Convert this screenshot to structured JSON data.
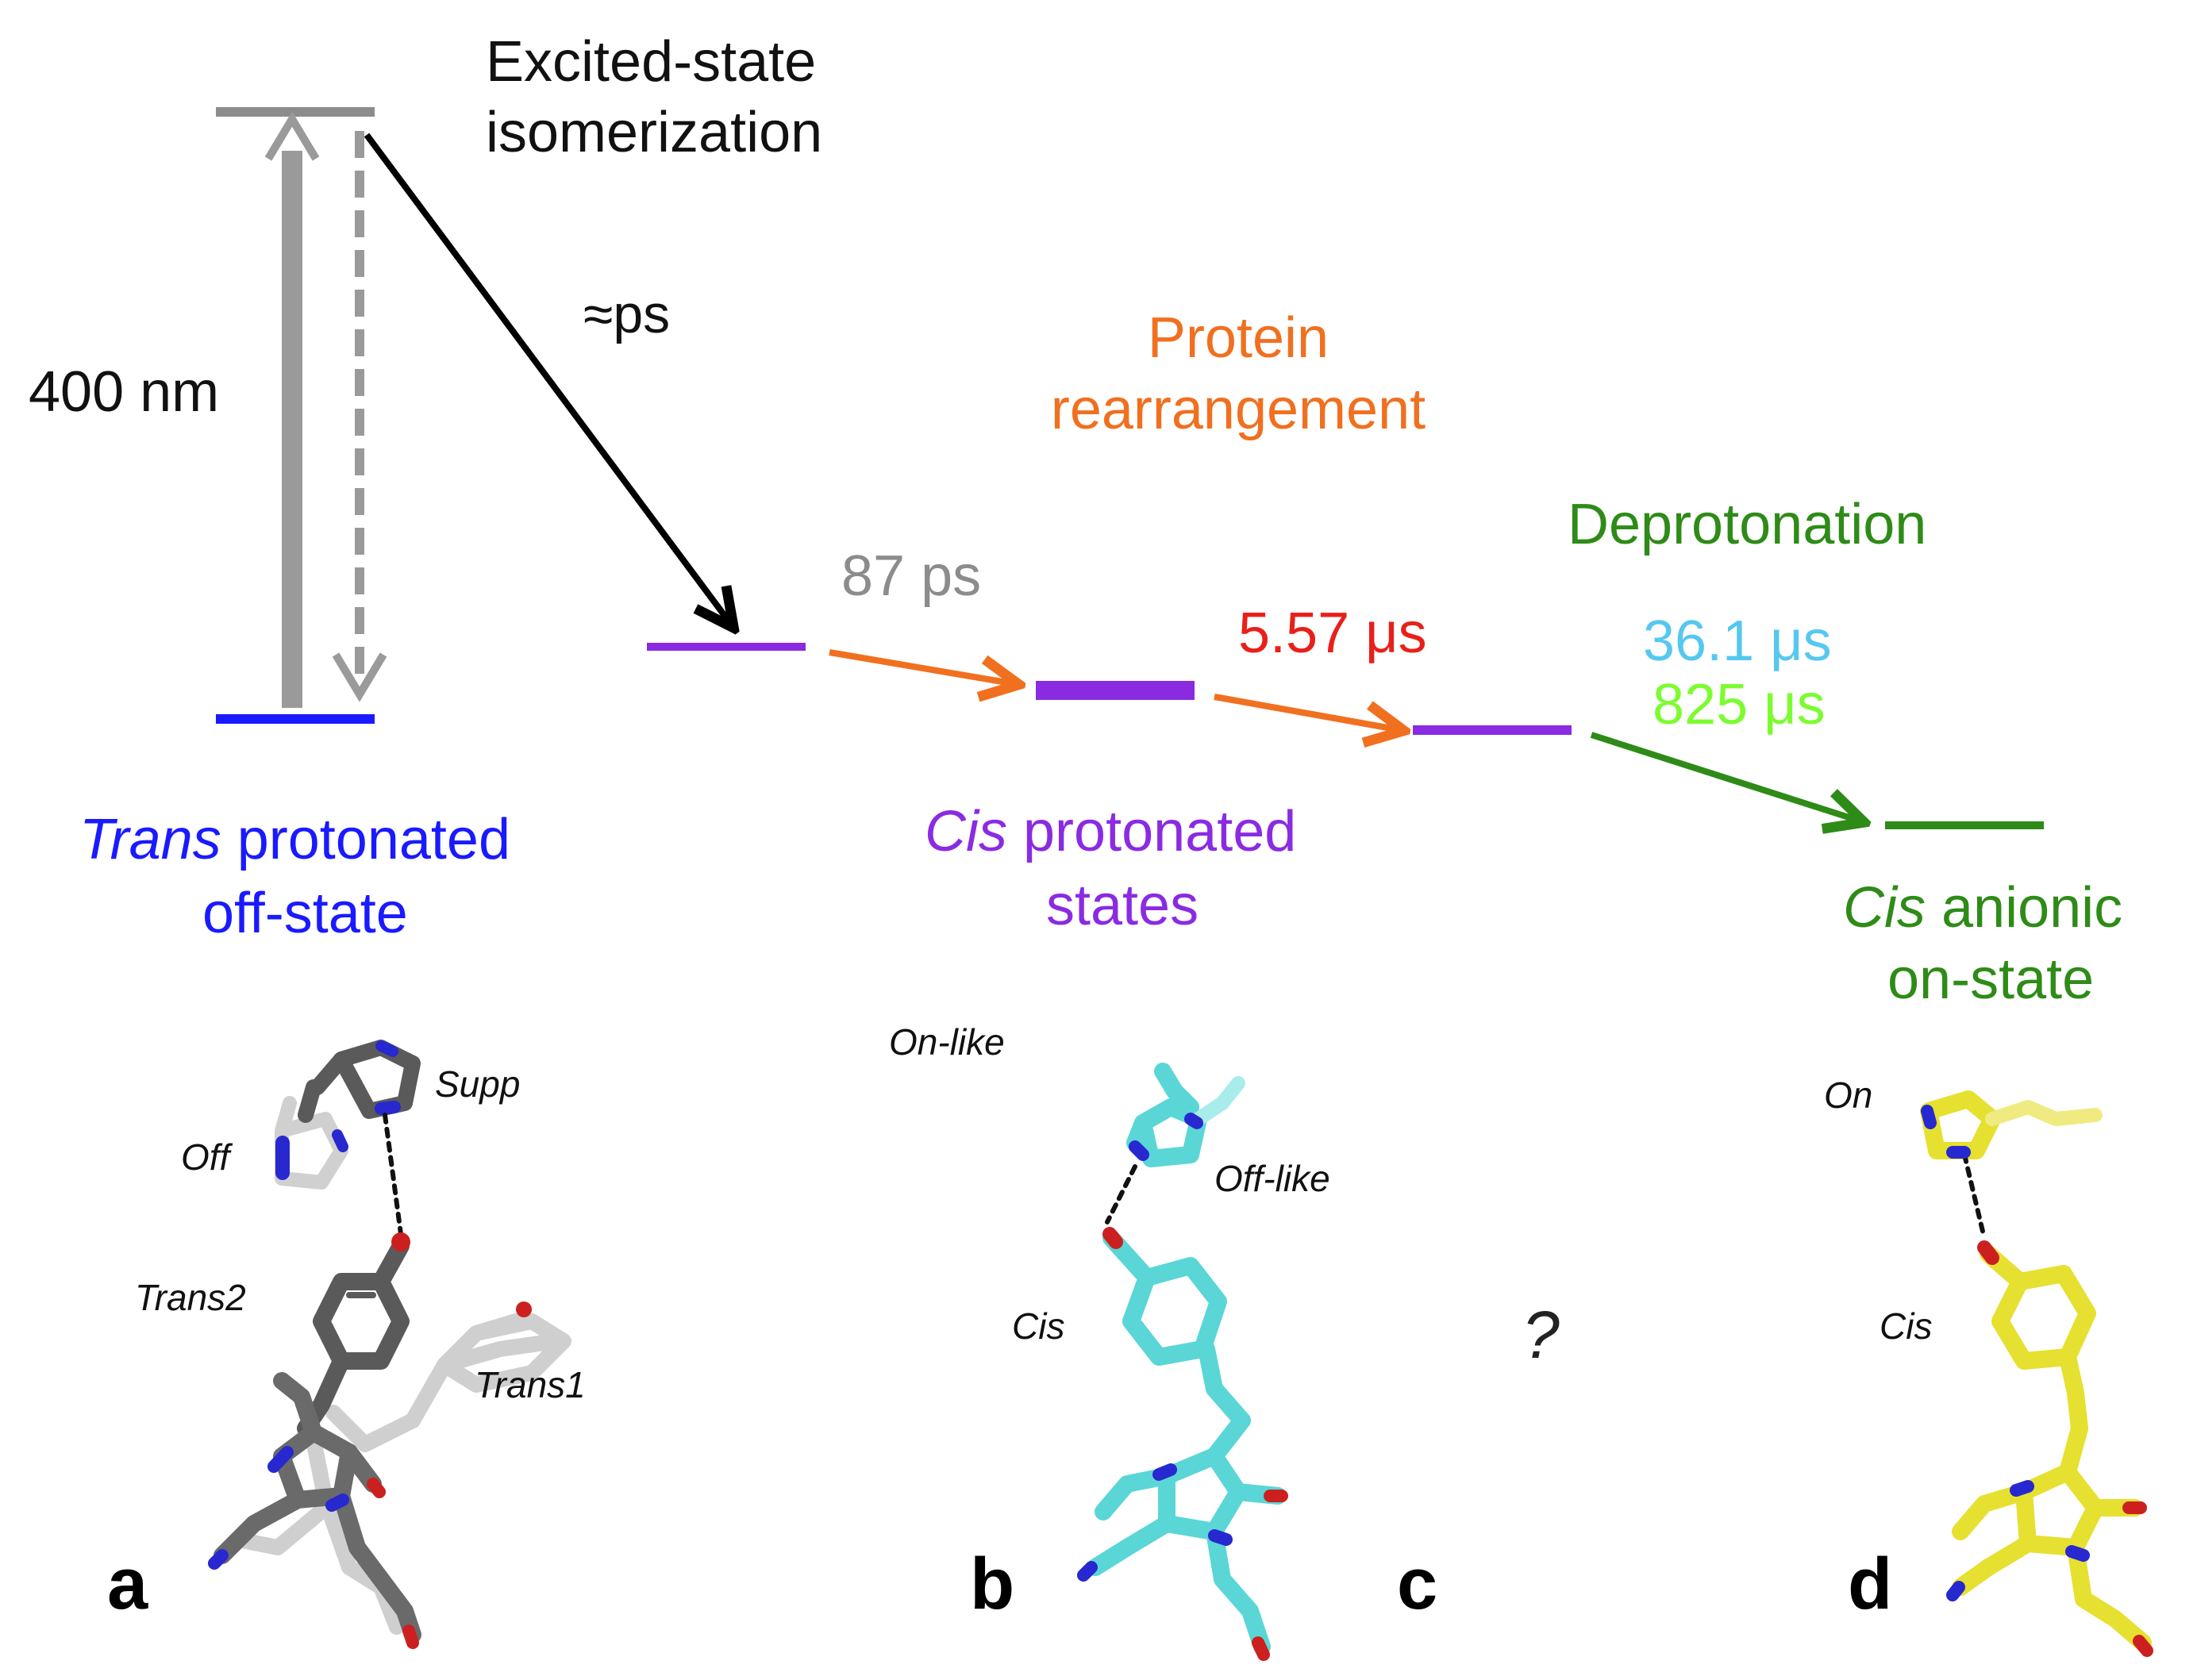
{
  "colors": {
    "black": "#000000",
    "grey": "#8c8c8c",
    "blue": "#1a1aff",
    "purple": "#8a2be2",
    "orange": "#f07020",
    "red": "#e8201a",
    "green": "#2e8b18",
    "cyan": "#55c8f0",
    "lime": "#7cfc30",
    "cyan_molecule": "#5ad6d6",
    "yellow_molecule": "#e6e030",
    "dark_grey_molecule": "#5a5a5a",
    "light_grey_molecule": "#cfcfcf"
  },
  "header": {
    "excited_state_line1": "Excited-state",
    "excited_state_line2": "isomerization",
    "excitation_wavelength": "400 nm",
    "isomerization_time": "≈ps"
  },
  "steps": {
    "protein_line1": "Protein",
    "protein_line2": "rearrangement",
    "deprotonation": "Deprotonation",
    "time_87": "87 ps",
    "time_557": "5.57 μs",
    "time_361": "36.1 μs",
    "time_825": "825 μs"
  },
  "states": {
    "trans_italic": "Trans",
    "trans_rest": " protonated",
    "trans_line2": "off-state",
    "cis_protonated_italic": "Cis",
    "cis_protonated_rest": " protonated",
    "cis_protonated_line2": "states",
    "cis_anionic_italic": "Cis",
    "cis_anionic_rest": " anionic",
    "cis_anionic_line2": "on-state"
  },
  "molecule_labels": {
    "supp": "Supp",
    "off": "Off",
    "trans2": "Trans2",
    "trans1": "Trans1",
    "on_like": "On-like",
    "off_like": "Off-like",
    "cis_b": "Cis",
    "on": "On",
    "cis_d": "Cis",
    "unknown": "?"
  },
  "panels": {
    "a": "a",
    "b": "b",
    "c": "c",
    "d": "d"
  }
}
